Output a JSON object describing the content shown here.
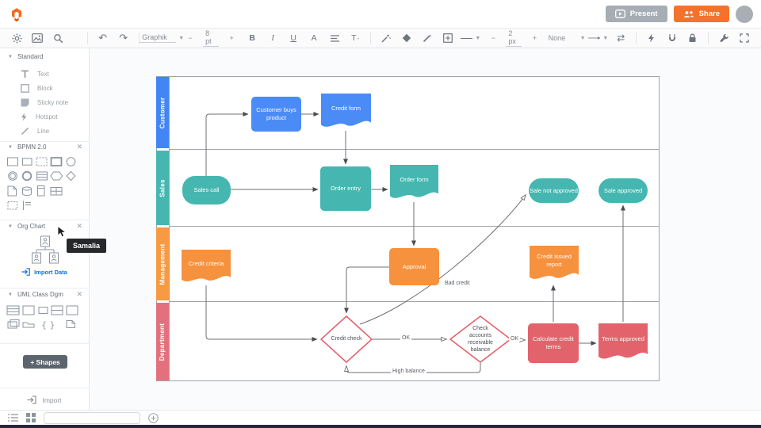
{
  "topbar": {
    "present": "Present",
    "share": "Share"
  },
  "toolbar": {
    "font": "Graphik",
    "size": "8 pt",
    "minus": "−",
    "plus": "+",
    "bold": "B",
    "italic": "I",
    "underline": "U",
    "font_color": "A",
    "clear_text": "T",
    "stroke_width": "2 px",
    "connector_style": "None"
  },
  "sidebar": {
    "standard": {
      "title": "Standard",
      "items": [
        "Text",
        "Block",
        "Sticky note",
        "Hotspot",
        "Line"
      ]
    },
    "bpmn": {
      "title": "BPMN 2.0"
    },
    "org": {
      "title": "Org Chart",
      "import_label": "Import Data"
    },
    "uml": {
      "title": "UML Class Dgm"
    },
    "shapes_btn": "+ Shapes",
    "import_label": "Import",
    "collaborator_tooltip": "Samalia"
  },
  "canvas": {
    "lanes": [
      {
        "label": "Customer",
        "color": "#4285f4"
      },
      {
        "label": "Sales",
        "color": "#45b7b0"
      },
      {
        "label": "Management",
        "color": "#f89a42"
      },
      {
        "label": "Department",
        "color": "#e5707d"
      }
    ],
    "nodes": [
      {
        "label": "Customer buys product"
      },
      {
        "label": "Credit form"
      },
      {
        "label": "Sales call"
      },
      {
        "label": "Order entry"
      },
      {
        "label": "Order form"
      },
      {
        "label": "Sale not approved"
      },
      {
        "label": "Sale approved"
      },
      {
        "label": "Credit criteria"
      },
      {
        "label": "Approval"
      },
      {
        "label": "Credit issued report"
      },
      {
        "label": "Credit check"
      },
      {
        "label": "Check accounts receivable balance"
      },
      {
        "label": "Calculate credit terms"
      },
      {
        "label": "Terms approved"
      }
    ],
    "edge_labels": {
      "bad_credit": "Bad credit",
      "ok1": "OK",
      "ok2": "OK",
      "high_balance": "High balance"
    },
    "colors": {
      "blue": "#4b8bf5",
      "teal": "#45b7b0",
      "orange": "#f6913e",
      "red": "#e2636c"
    }
  }
}
